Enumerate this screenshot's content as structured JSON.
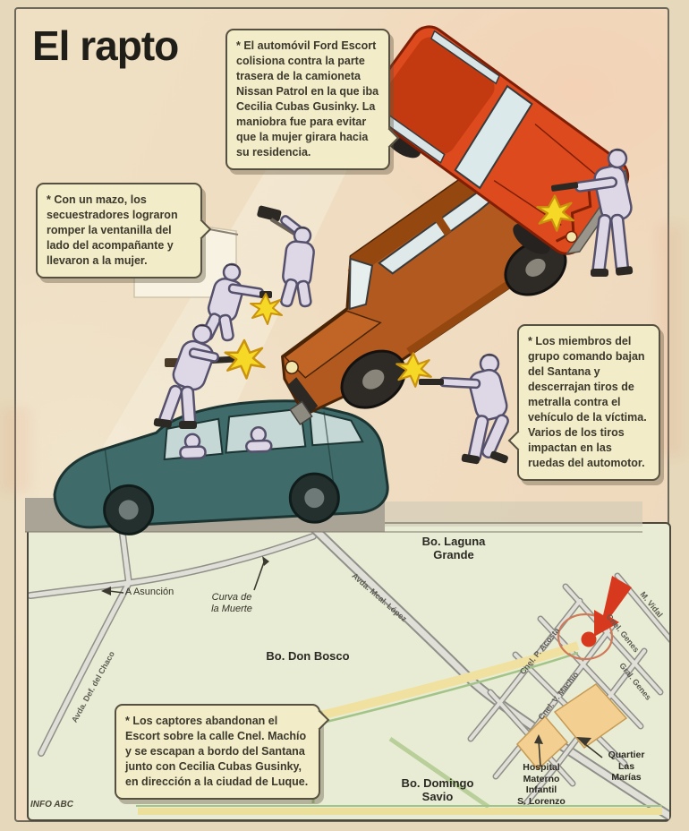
{
  "title": "El rapto",
  "credit": "INFO ABC",
  "captions": {
    "collision": "* El automóvil Ford Escort colisiona contra la parte trasera de la camioneta Nissan Patrol en la que iba Cecilia Cubas Gusinky. La maniobra fue para evitar que la mujer girara hacia su residencia.",
    "hammer": "* Con un mazo, los secuestradores lograron romper la ventanilla del lado del acompañante y llevaron a la mujer.",
    "shooting": "* Los miembros del grupo comando bajan del Santana y descerrajan tiros de metralla contra el vehículo de la víctima. Varios de los tiros impactan en las ruedas del automotor.",
    "escape": "* Los captores abandonan el Escort sobre la calle Cnel. Machío y se escapan a bordo del Santana junto con Cecilia Cubas Gusinky, en dirección a la ciudad de Luque."
  },
  "map": {
    "neighborhoods": {
      "laguna_grande": "Bo. Laguna\nGrande",
      "don_bosco": "Bo. Don Bosco",
      "domingo_savio": "Bo. Domingo\nSavio"
    },
    "places": {
      "hospital": "Hospital\nMaterno\nInfantil\nS. Lorenzo",
      "quartier": "Quartier\nLas\nMarías"
    },
    "directions": {
      "a_asuncion": "A Asunción",
      "curva_muerte": "Curva de\nla Muerte"
    },
    "streets": {
      "mcal_lopez": "Avda. Mcal. López",
      "def_chaco": "Avda. Def. del Chaco",
      "p_acosta": "Cnel. P. Acosta",
      "v_machio": "Cnel. V. Machio",
      "m_vidal": "M. Vidal",
      "genes": "Cnel. Genes",
      "gral_genes": "Gral. Genes"
    }
  },
  "colors": {
    "escort_red": "#dd4a1e",
    "patrol_brown": "#b2591f",
    "santana_teal": "#3f6c6a",
    "marker_red": "#d6391e",
    "route_yellow": "#f0e1a0",
    "map_bg": "#e9ecd4",
    "caption_bg": "#f2ecc8"
  }
}
